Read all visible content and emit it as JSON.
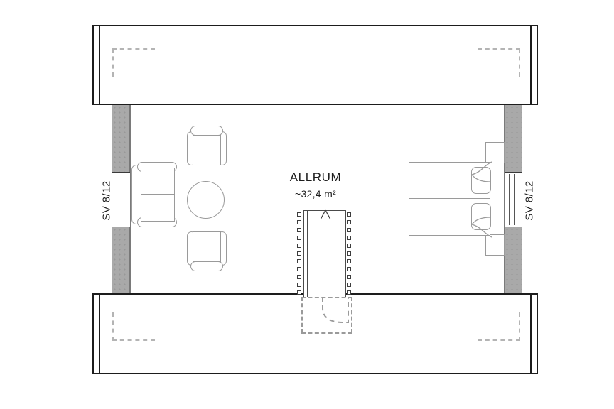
{
  "plan": {
    "room": {
      "name": "ALLRUM",
      "area": "~32,4 m²"
    },
    "walls": {
      "left_label": "SV 8/12",
      "right_label": "SV 8/12"
    },
    "colors": {
      "outline": "#1d1d1d",
      "knee_wall_fill": "#a9a9a9",
      "furniture_stroke": "#9a9a9a",
      "dashed_guide": "#9a9a9a",
      "background": "#ffffff"
    },
    "stair": {
      "tread_count": 22,
      "direction": "up"
    },
    "furniture": {
      "sofa": "sofa",
      "armchair_top": "armchair",
      "armchair_bottom": "armchair",
      "coffee_table": "round-coffee-table",
      "bed": "double-bed",
      "pillow_top": "pillow",
      "pillow_bottom": "pillow",
      "nightstand_top": "nightstand",
      "nightstand_bottom": "nightstand"
    }
  }
}
